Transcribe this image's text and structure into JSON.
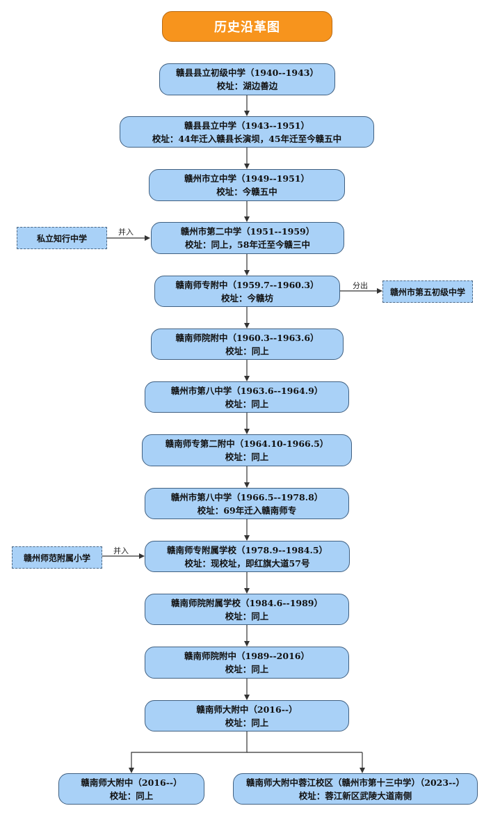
{
  "title": "历史沿革图",
  "nodes": [
    {
      "name": "赣县县立初级中学（1940--1943）",
      "site": "校址：湖边善边"
    },
    {
      "name": "赣县县立中学（1943--1951）",
      "site": "校址：44年迁入赣县长演坝，45年迁至今赣五中"
    },
    {
      "name": "赣州市立中学（1949--1951）",
      "site": "校址：今赣五中"
    },
    {
      "name": "赣州市第二中学（1951--1959）",
      "site": "校址：同上，58年迁至今赣三中"
    },
    {
      "name": "赣南师专附中（1959.7--1960.3）",
      "site": "校址：今赣坊"
    },
    {
      "name": "赣南师院附中（1960.3--1963.6）",
      "site": "校址：同上"
    },
    {
      "name": "赣州市第八中学（1963.6--1964.9）",
      "site": "校址：同上"
    },
    {
      "name": "赣南师专第二附中（1964.10-1966.5）",
      "site": "校址：同上"
    },
    {
      "name": "赣州市第八中学（1966.5--1978.8）",
      "site": "校址：69年迁入赣南师专"
    },
    {
      "name": "赣南师专附属学校（1978.9--1984.5）",
      "site": "校址：现校址，即红旗大道57号"
    },
    {
      "name": "赣南师院附属学校（1984.6--1989）",
      "site": "校址：同上"
    },
    {
      "name": "赣南师院附中（1989--2016）",
      "site": "校址：同上"
    },
    {
      "name": "赣南师大附中（2016--）",
      "site": "校址：同上"
    }
  ],
  "branches": [
    {
      "name": "赣南师大附中（2016--）",
      "site": "校址：同上"
    },
    {
      "name": "赣南师大附中蓉江校区（赣州市第十三中学）（2023--）",
      "site": "校址：蓉江新区武陵大道南侧"
    }
  ],
  "side_nodes": [
    {
      "name": "私立知行中学",
      "edge_label": "并入"
    },
    {
      "name": "赣州市第五初级中学",
      "edge_label": "分出"
    },
    {
      "name": "赣州师范附属小学",
      "edge_label": "并入"
    }
  ]
}
